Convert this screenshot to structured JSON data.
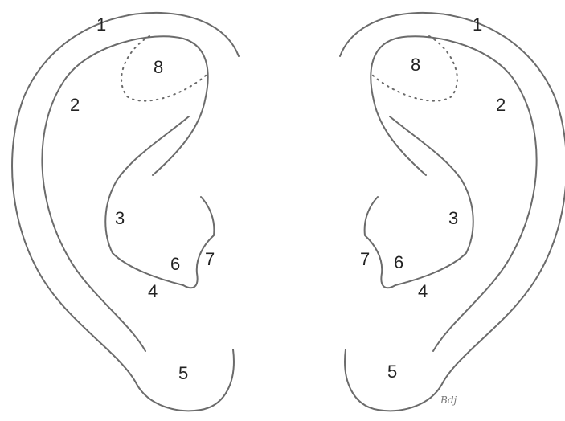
{
  "labels": {
    "left": {
      "l1": "1",
      "l2": "2",
      "l3": "3",
      "l4": "4",
      "l5": "5",
      "l6": "6",
      "l7": "7",
      "l8": "8"
    },
    "right": {
      "l1": "1",
      "l2": "2",
      "l3": "3",
      "l4": "4",
      "l5": "5",
      "l6": "6",
      "l7": "7",
      "l8": "8"
    }
  },
  "signature": "Bdj",
  "colors": {
    "line": "#6b6b6b",
    "text": "#222222",
    "background": "#ffffff"
  }
}
